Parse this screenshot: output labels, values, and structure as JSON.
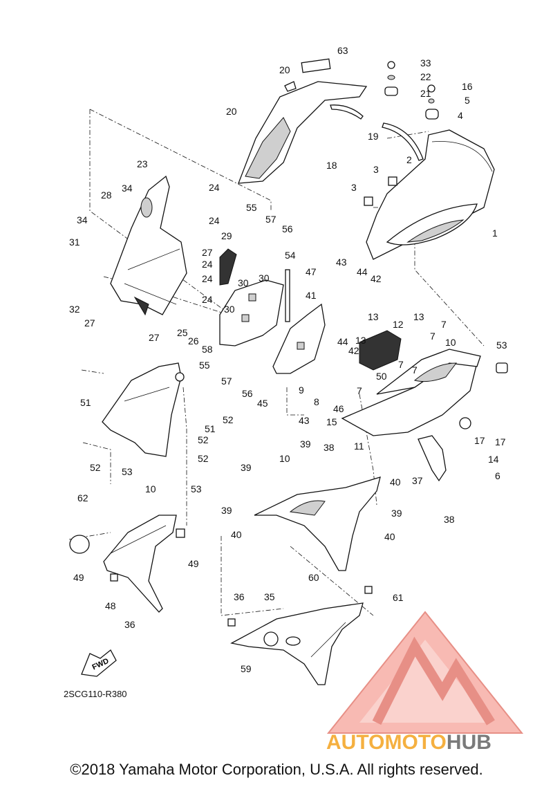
{
  "diagram": {
    "code": "2SCG110-R380",
    "fwd_label": "FWD",
    "callouts": [
      "63",
      "33",
      "22",
      "21",
      "16",
      "5",
      "4",
      "20",
      "20",
      "19",
      "18",
      "2",
      "3",
      "3",
      "1",
      "23",
      "24",
      "24",
      "24",
      "24",
      "24",
      "28",
      "34",
      "34",
      "31",
      "32",
      "27",
      "27",
      "27",
      "29",
      "55",
      "57",
      "56",
      "30",
      "30",
      "30",
      "54",
      "47",
      "43",
      "44",
      "42",
      "41",
      "25",
      "26",
      "58",
      "12",
      "13",
      "13",
      "13",
      "7",
      "7",
      "7",
      "7",
      "7",
      "10",
      "53",
      "55",
      "57",
      "56",
      "45",
      "9",
      "8",
      "46",
      "43",
      "44",
      "42",
      "50",
      "51",
      "51",
      "52",
      "52",
      "52",
      "52",
      "53",
      "53",
      "10",
      "15",
      "11",
      "17",
      "17",
      "14",
      "6",
      "38",
      "39",
      "38",
      "39",
      "10",
      "40",
      "37",
      "39",
      "39",
      "40",
      "40",
      "60",
      "62",
      "49",
      "49",
      "48",
      "36",
      "36",
      "61",
      "35",
      "59"
    ]
  },
  "watermark": {
    "brand_part1": "AUTOMOTO",
    "brand_part2": "HUB",
    "color_red": "#f08070",
    "color_orange": "#f5b040",
    "color_gray": "#7a7a7a"
  },
  "footer": {
    "copyright": "©2018 Yamaha Motor Corporation, U.S.A. All rights reserved."
  }
}
